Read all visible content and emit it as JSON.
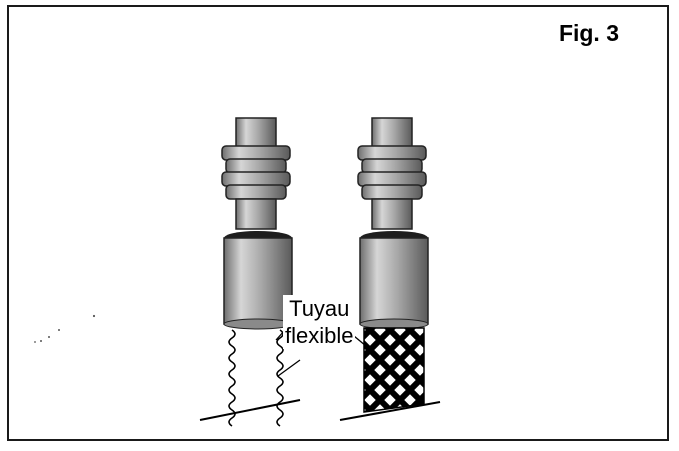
{
  "figure": {
    "label": "Fig. 3"
  },
  "callout": {
    "line1": "Tuyau",
    "line2": "flexible"
  }
}
